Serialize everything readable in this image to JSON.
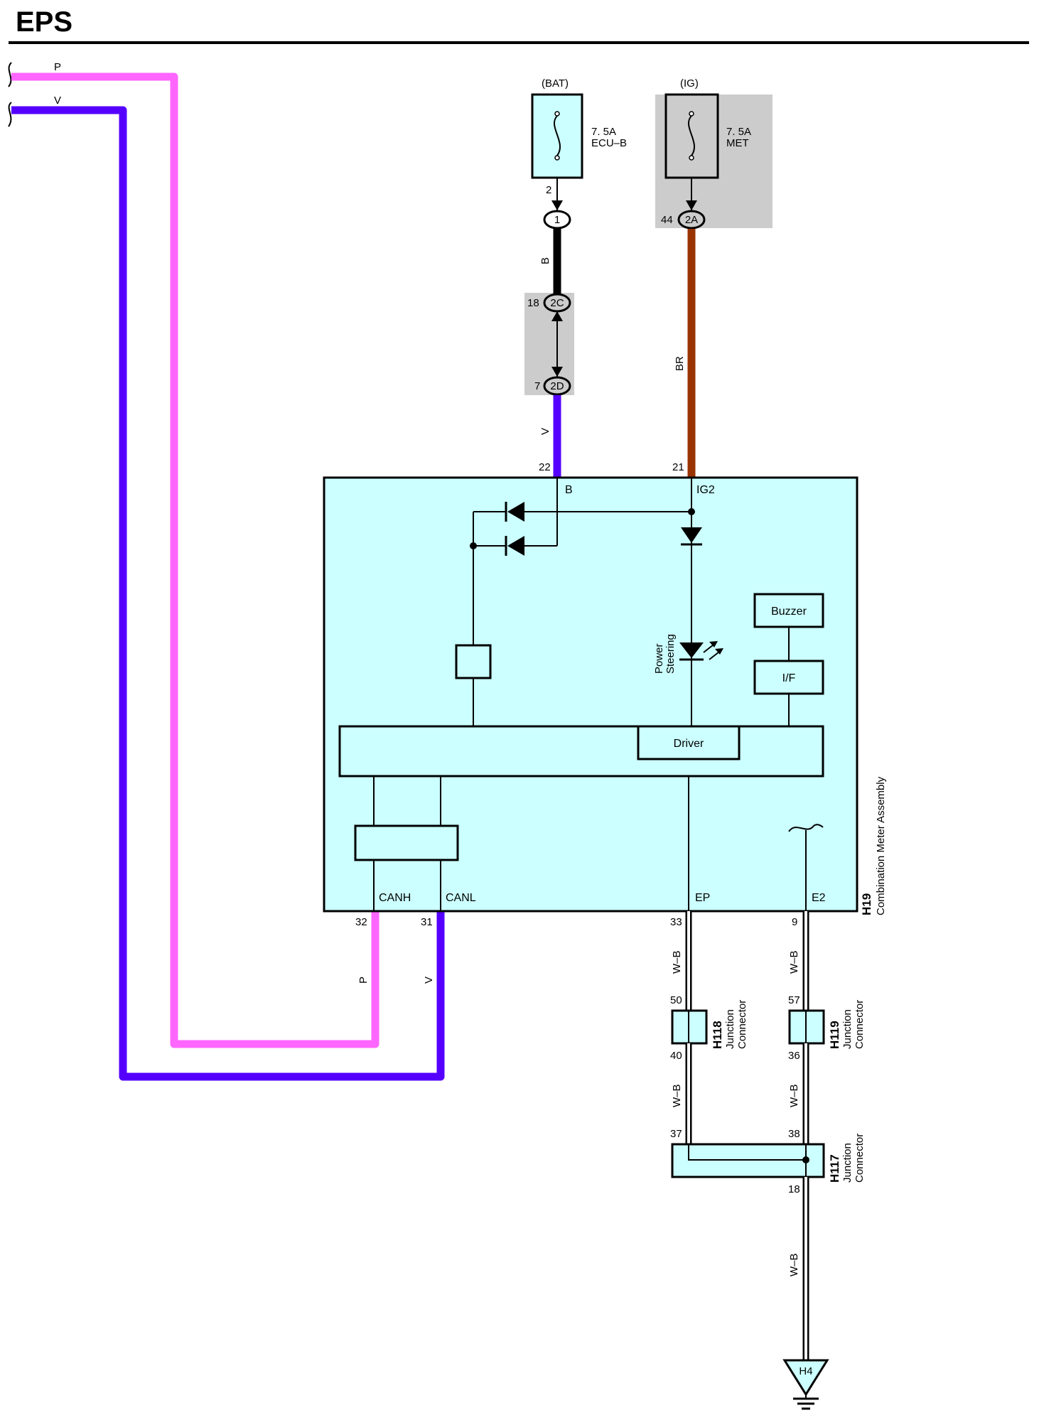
{
  "title": "EPS",
  "colors": {
    "pink": "#ff66ff",
    "violet": "#5500ff",
    "brown": "#993300",
    "black": "#000000",
    "box_fill": "#ccffff",
    "shade": "#cccccc"
  },
  "wires": {
    "incoming_p": "P",
    "incoming_v": "V",
    "b_wire": "B",
    "v_wire": "V",
    "br_wire": "BR",
    "canh_wire": "P",
    "canl_wire": "V",
    "ep_wb1": "W–B",
    "ep_wb2": "W–B",
    "e2_wb1": "W–B",
    "e2_wb2": "W–B",
    "gnd_wb": "W–B"
  },
  "fuses": {
    "bat": {
      "source": "(BAT)",
      "rating": "7. 5A",
      "name": "ECU–B"
    },
    "ig": {
      "source": "(IG)",
      "rating": "7. 5A",
      "name": "MET"
    }
  },
  "connectors": {
    "c1": "1",
    "c2a": "2A",
    "c2c": "2C",
    "c2d": "2D",
    "h118": "H118",
    "h119": "H119",
    "h117": "H117",
    "h4": "H4",
    "junction": "Junction",
    "connector": "Connector"
  },
  "pins": {
    "fuse_bat_out": "2",
    "ig_44": "44",
    "p18": "18",
    "p7": "7",
    "p22": "22",
    "p21": "21",
    "p32": "32",
    "p31": "31",
    "p33": "33",
    "p9": "9",
    "p50": "50",
    "p57": "57",
    "p40": "40",
    "p36": "36",
    "p37": "37",
    "p38": "38",
    "p18b": "18"
  },
  "meter": {
    "id": "H19",
    "name": "Combination Meter Assembly",
    "term_b": "B",
    "term_ig2": "IG2",
    "term_canh": "CANH",
    "term_canl": "CANL",
    "term_ep": "EP",
    "term_e2": "E2",
    "buzzer": "Buzzer",
    "if": "I/F",
    "driver": "Driver",
    "indicator_line1": "Power",
    "indicator_line2": "Steering"
  }
}
